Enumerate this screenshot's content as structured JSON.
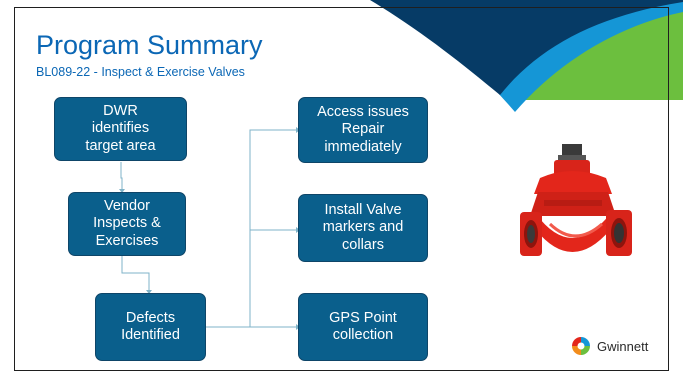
{
  "slide": {
    "title": "Program Summary",
    "subtitle": "BL089-22 - Inspect & Exercise Valves"
  },
  "flow": {
    "left": [
      {
        "label": "DWR\nidentifies\ntarget area"
      },
      {
        "label": "Vendor\nInspects &\nExercises"
      },
      {
        "label": "Defects\nIdentified"
      }
    ],
    "right": [
      {
        "label": "Access issues\nRepair\nimmediately"
      },
      {
        "label": "Install Valve\nmarkers and\ncollars"
      },
      {
        "label": "GPS Point\ncollection"
      }
    ]
  },
  "logo": {
    "text": "Gwinnett"
  },
  "image": {
    "icon": "gate-valve-icon"
  },
  "colors": {
    "title": "#0b67b5",
    "box_fill": "#0a5f8c",
    "connector": "#7fb3c8",
    "corner_navy": "#063b66",
    "corner_blue": "#1596d6",
    "corner_green": "#6cbf3e",
    "valve_red": "#e3261b"
  }
}
